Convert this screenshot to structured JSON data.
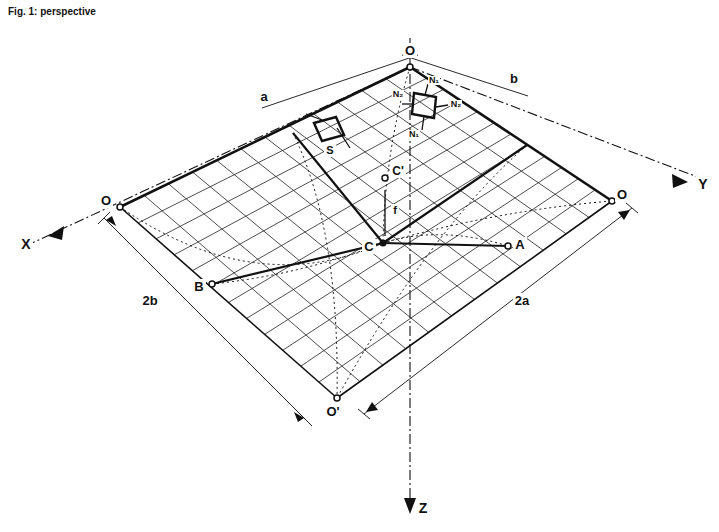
{
  "diagram": {
    "title": "Fig. 1: perspective",
    "labels": [
      "O",
      "a",
      "b",
      "N₁",
      "N₂",
      "N₂",
      "N₁",
      "S",
      "C'",
      "f",
      "C",
      "O",
      "O",
      "X",
      "Y",
      "B",
      "A",
      "2b",
      "2a",
      "O'",
      "Z"
    ]
  }
}
